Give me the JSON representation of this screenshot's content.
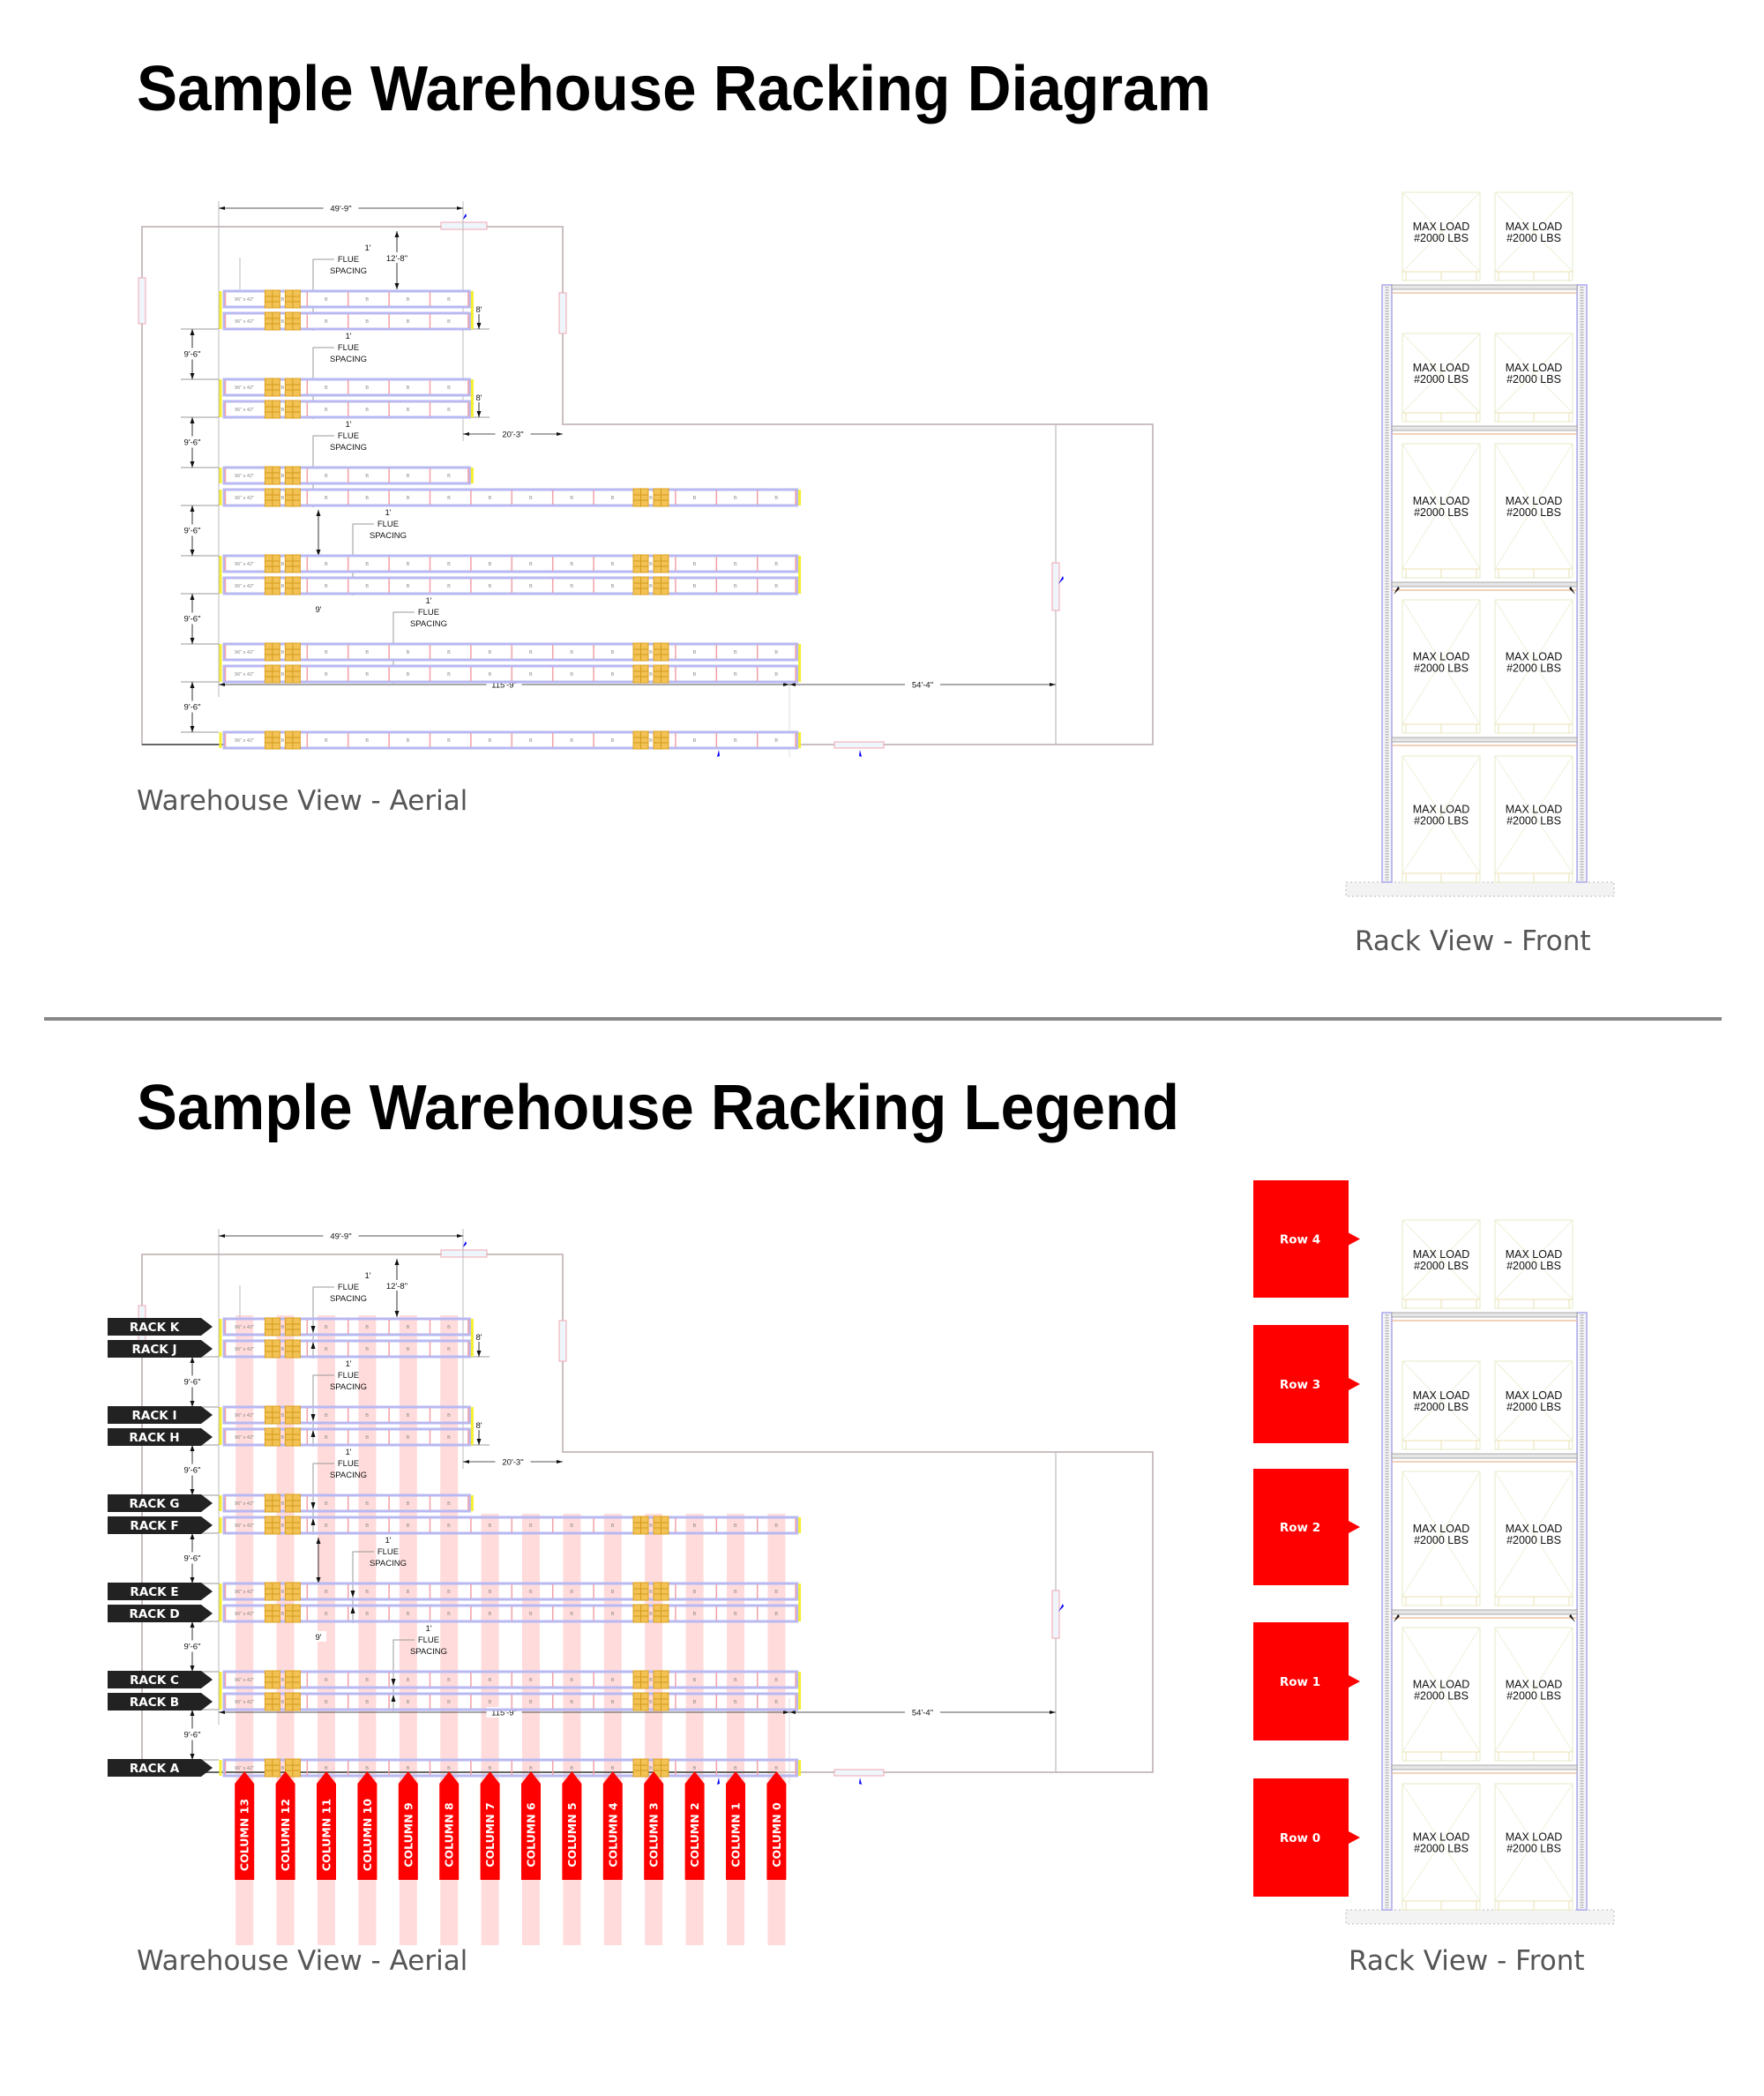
{
  "diagram": {
    "title": "Sample Warehouse Racking Diagram",
    "aerial_caption": "Warehouse View - Aerial",
    "front_caption": "Rack View - Front"
  },
  "legend": {
    "title": "Sample Warehouse Racking Legend",
    "aerial_caption": "Warehouse View - Aerial",
    "front_caption": "Rack View - Front",
    "racks": [
      "RACK K",
      "RACK J",
      "RACK I",
      "RACK H",
      "RACK G",
      "RACK F",
      "RACK E",
      "RACK D",
      "RACK C",
      "RACK B",
      "RACK A"
    ],
    "columns": [
      "COLUMN 13",
      "COLUMN 12",
      "COLUMN 11",
      "COLUMN 10",
      "COLUMN 9",
      "COLUMN 8",
      "COLUMN 7",
      "COLUMN 6",
      "COLUMN 5",
      "COLUMN 4",
      "COLUMN 3",
      "COLUMN 2",
      "COLUMN 1",
      "COLUMN 0"
    ],
    "rows": [
      "Row  4",
      "Row  3",
      "Row  2",
      "Row  1",
      "Row  0"
    ]
  },
  "aerial": {
    "dimensions": {
      "overall_width": "49'-9\"",
      "top_clearance": "12'-8\"",
      "aisle": "9'-6\"",
      "rack_depth": "8'",
      "notch_width": "20'-3\"",
      "gap": "9'",
      "long_run": "115'-9\"",
      "right_run": "54'-4\""
    },
    "flue": {
      "size": "1'",
      "line1": "FLUE",
      "line2": "SPACING"
    },
    "bay_size": "96\" x 42\"",
    "bay_label": "B"
  },
  "front": {
    "load_line1": "MAX LOAD",
    "load_line2": "#2000 LBS"
  },
  "colors": {
    "highlight_red": "#ff0000",
    "rack_label_black": "#222222",
    "column_stripe": "#ffcccc",
    "rack_beam": "#b8b8f2",
    "bay_divider": "#f2a0a8",
    "rack_end": "#f5ee30",
    "pallet": "#f2c255",
    "divider": "#888888"
  }
}
